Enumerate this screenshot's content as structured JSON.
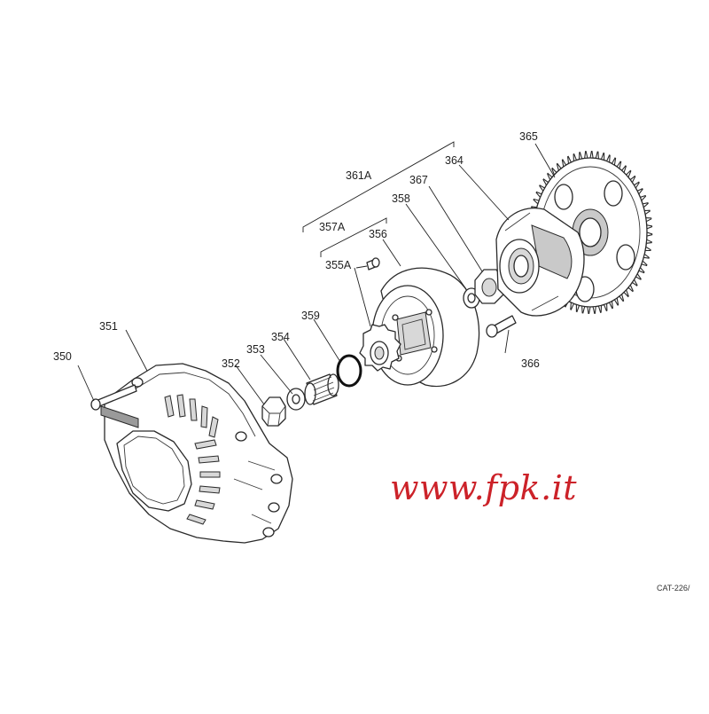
{
  "labels": {
    "l350": "350",
    "l351": "351",
    "l352": "352",
    "l353": "353",
    "l354": "354",
    "l355A": "355A",
    "l356": "356",
    "l357A": "357A",
    "l358": "358",
    "l359": "359",
    "l361A": "361A",
    "l364": "364",
    "l365": "365",
    "l366": "366",
    "l367": "367"
  },
  "watermark": "www.fpk.it",
  "catalog_code": "CAT-226/",
  "colors": {
    "watermark": "#cc2229",
    "line": "#222222",
    "background": "#ffffff"
  }
}
